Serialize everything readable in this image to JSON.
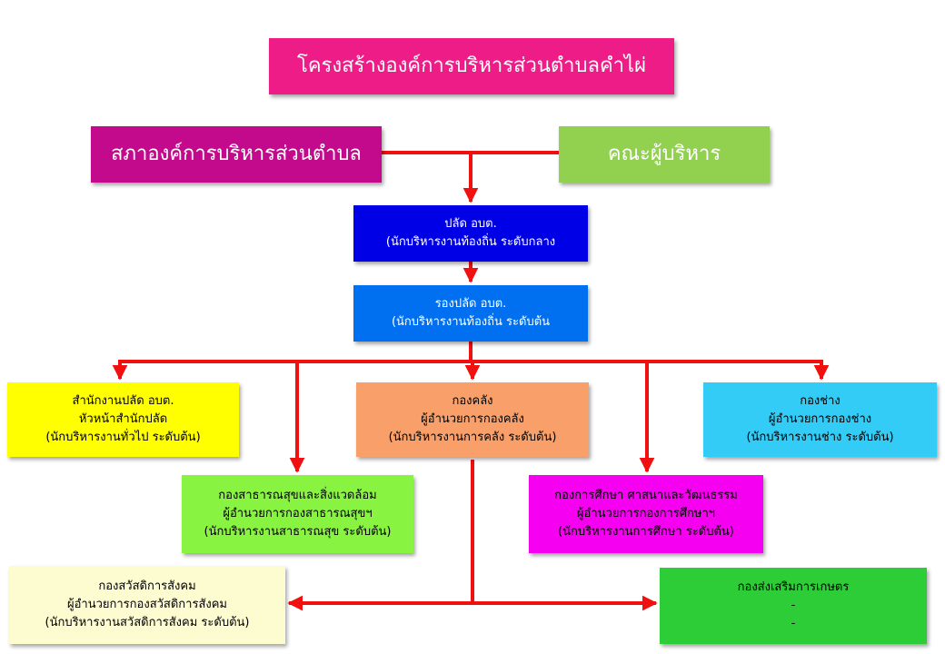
{
  "title": "โครงสร้างองค์การบริหารส่วนตำบลคำไผ่",
  "council": "สภาองค์การบริหารส่วนตำบล",
  "executives": "คณะผู้บริหาร",
  "palad": {
    "line1": "ปลัด อบต.",
    "line2": "(นักบริหารงานท้องถิ่น ระดับกลาง"
  },
  "deputy_palad": {
    "line1": "รองปลัด อบต.",
    "line2": "(นักบริหารงานท้องถิ่น ระดับต้น"
  },
  "office": {
    "line1": "สำนักงานปลัด อบต.",
    "line2": "หัวหน้าสำนักปลัด",
    "line3": "(นักบริหารงานทั่วไป ระดับต้น)"
  },
  "finance": {
    "line1": "กองคลัง",
    "line2": "ผู้อำนวยการกองคลัง",
    "line3": "(นักบริหารงานการคลัง ระดับต้น)"
  },
  "engineering": {
    "line1": "กองช่าง",
    "line2": "ผู้อำนวยการกองช่าง",
    "line3": "(นักบริหารงานช่าง ระดับต้น)"
  },
  "health": {
    "line1": "กองสาธารณสุขและสิ่งแวดล้อม",
    "line2": "ผู้อำนวยการกองสาธารณสุขฯ",
    "line3": "(นักบริหารงานสาธารณสุข ระดับต้น)"
  },
  "education": {
    "line1": "กองการศึกษา ศาสนาและวัฒนธรรม",
    "line2": "ผู้อำนวยการกองการศึกษาฯ",
    "line3": "(นักบริหารงานการศึกษา ระดับต้น)"
  },
  "welfare": {
    "line1": "กองสวัสดิการสังคม",
    "line2": "ผู้อำนวยการกองสวัสดิการสังคม",
    "line3": "(นักบริหารงานสวัสดิการสังคม ระดับต้น)"
  },
  "agriculture": {
    "line1": "กองส่งเสริมการเกษตร",
    "line2": "-",
    "line3": "-"
  },
  "colors": {
    "title": "#ee1c87",
    "council": "#c3098c",
    "executives": "#92d050",
    "palad": "#0000e6",
    "deputy": "#0070f0",
    "office": "#ffff00",
    "finance": "#f9a06a",
    "engineering": "#33ccf6",
    "health": "#88f441",
    "education": "#f500f0",
    "welfare": "#fdfbd0",
    "agriculture": "#2dcd38",
    "connector": "#f01010"
  }
}
